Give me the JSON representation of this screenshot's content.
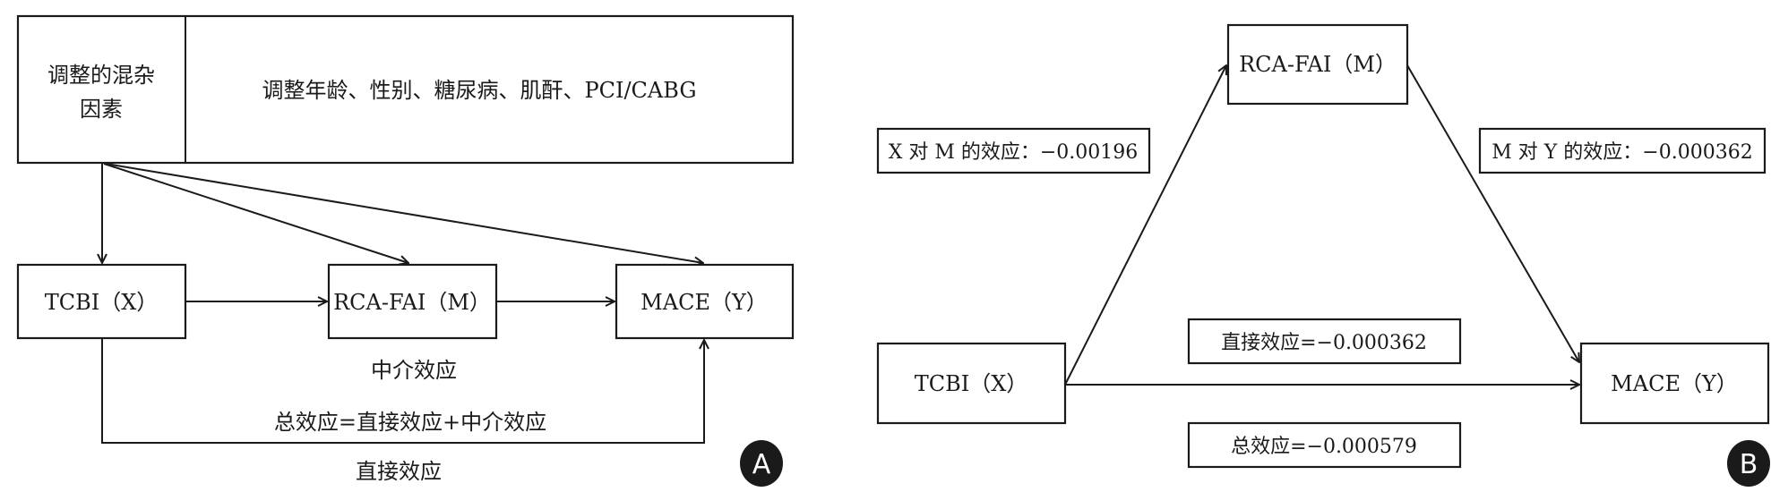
{
  "panel_a": {
    "confounder_title": [
      "调整的混杂",
      "因素"
    ],
    "confounder_list": "调整年龄、性别、糖尿病、肌酐、PCI/CABG",
    "node_x": "TCBI（X）",
    "node_m": "RCA-FAI（M）",
    "node_y": "MACE（Y）",
    "mediation_label": "中介效应",
    "total_formula": "总效应=直接效应+中介效应",
    "direct_label": "直接效应",
    "badge": "A"
  },
  "panel_b": {
    "node_m": "RCA-FAI（M）",
    "node_x": "TCBI（X）",
    "node_y": "MACE（Y）",
    "x_to_m": "X 对 M 的效应：−0.00196",
    "m_to_y": "M 对 Y 的效应：−0.000362",
    "direct_effect": "直接效应=−0.000362",
    "total_effect": "总效应=−0.000579",
    "badge": "B"
  },
  "effects": {
    "x_to_m": -0.00196,
    "m_to_y": -0.000362,
    "direct": -0.000362,
    "total": -0.000579
  }
}
